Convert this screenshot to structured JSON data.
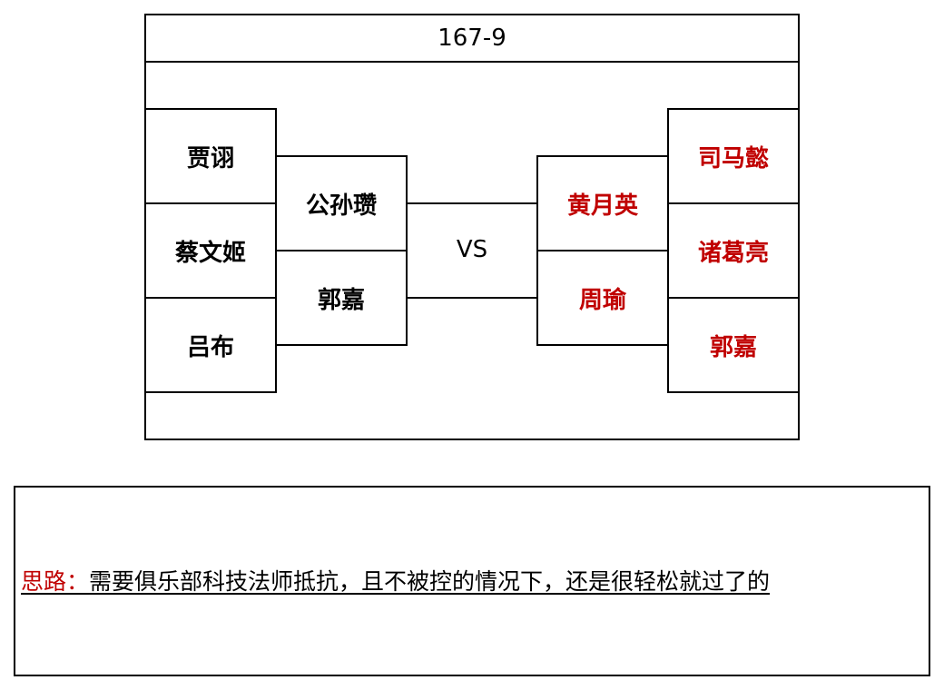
{
  "header": {
    "title": "167-9"
  },
  "left_team": {
    "outer": [
      "贾诩",
      "蔡文姬",
      "吕布"
    ],
    "inner": [
      "公孙瓒",
      "郭嘉"
    ]
  },
  "right_team": {
    "inner": [
      "黄月英",
      "周瑜"
    ],
    "outer": [
      "司马懿",
      "诸葛亮",
      "郭嘉"
    ]
  },
  "vs_label": "VS",
  "colors": {
    "right_team_text": "#c00000",
    "note_label": "#c00000"
  },
  "note": {
    "label": "思路：",
    "text": "需要俱乐部科技法师抵抗，且不被控的情况下，还是很轻松就过了的"
  }
}
